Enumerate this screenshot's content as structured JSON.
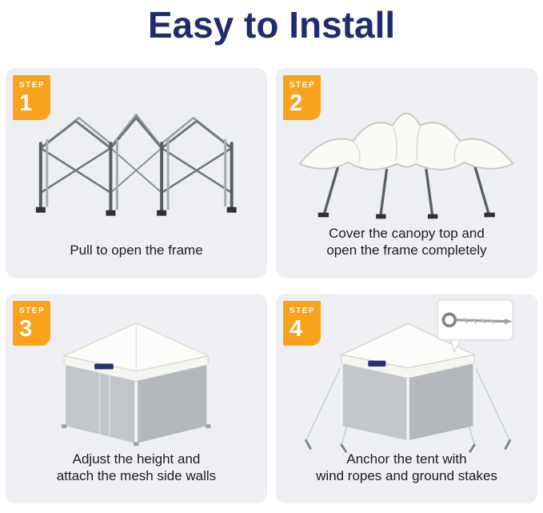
{
  "title": "Easy to Install",
  "colors": {
    "title": "#212c6f",
    "badge": "#faa21b",
    "panel_bg": "#edeff2",
    "caption": "#1d1d1f"
  },
  "steps": [
    {
      "badge_label": "STEP",
      "number": "1",
      "caption_lines": [
        "Pull to open the frame"
      ],
      "illustration": "folded-frame"
    },
    {
      "badge_label": "STEP",
      "number": "2",
      "caption_lines": [
        "Cover the canopy top and",
        "open the frame completely"
      ],
      "illustration": "canopy-cover"
    },
    {
      "badge_label": "STEP",
      "number": "3",
      "caption_lines": [
        "Adjust the height and",
        "attach the mesh side walls"
      ],
      "illustration": "mesh-side-walls"
    },
    {
      "badge_label": "STEP",
      "number": "4",
      "caption_lines": [
        "Anchor the tent with",
        "wind ropes and ground stakes"
      ],
      "illustration": "anchor-ropes-stakes"
    }
  ]
}
